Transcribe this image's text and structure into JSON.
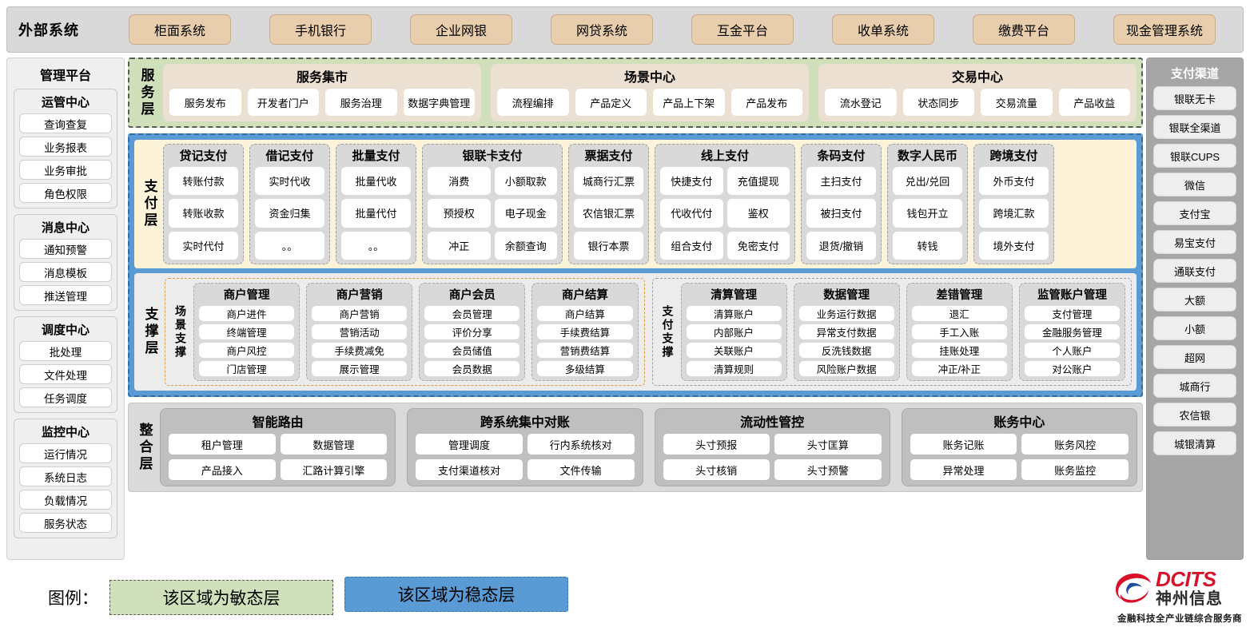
{
  "external": {
    "title": "外部系统",
    "items": [
      "柜面系统",
      "手机银行",
      "企业网银",
      "网贷系统",
      "互金平台",
      "收单系统",
      "缴费平台",
      "现金管理系统"
    ]
  },
  "left_sidebar": {
    "title": "管理平台",
    "groups": [
      {
        "title": "运管中心",
        "items": [
          "查询查复",
          "业务报表",
          "业务审批",
          "角色权限"
        ]
      },
      {
        "title": "消息中心",
        "items": [
          "通知预警",
          "消息模板",
          "推送管理"
        ]
      },
      {
        "title": "调度中心",
        "items": [
          "批处理",
          "文件处理",
          "任务调度"
        ]
      },
      {
        "title": "监控中心",
        "items": [
          "运行情况",
          "系统日志",
          "负载情况",
          "服务状态"
        ]
      }
    ]
  },
  "right_sidebar": {
    "title": "支付渠道",
    "items": [
      "银联无卡",
      "银联全渠道",
      "银联CUPS",
      "微信",
      "支付宝",
      "易宝支付",
      "通联支付",
      "大额",
      "小额",
      "超网",
      "城商行",
      "农信银",
      "城银清算"
    ]
  },
  "service_layer": {
    "label": "服务层",
    "groups": [
      {
        "title": "服务集市",
        "items": [
          "服务发布",
          "开发者门户",
          "服务治理",
          "数据字典管理"
        ]
      },
      {
        "title": "场景中心",
        "items": [
          "流程编排",
          "产品定义",
          "产品上下架",
          "产品发布"
        ]
      },
      {
        "title": "交易中心",
        "items": [
          "流水登记",
          "状态同步",
          "交易流量",
          "产品收益"
        ]
      }
    ]
  },
  "pay_layer": {
    "label": "支付层",
    "groups": [
      {
        "title": "贷记支付",
        "cols": 1,
        "items": [
          "转账付款",
          "转账收款",
          "实时代付"
        ]
      },
      {
        "title": "借记支付",
        "cols": 1,
        "items": [
          "实时代收",
          "资金归集",
          "。。"
        ]
      },
      {
        "title": "批量支付",
        "cols": 1,
        "items": [
          "批量代收",
          "批量代付",
          "。。"
        ]
      },
      {
        "title": "银联卡支付",
        "cols": 2,
        "items": [
          "消费",
          "小额取款",
          "预授权",
          "电子现金",
          "冲正",
          "余额查询"
        ]
      },
      {
        "title": "票据支付",
        "cols": 1,
        "items": [
          "城商行汇票",
          "农信银汇票",
          "银行本票"
        ]
      },
      {
        "title": "线上支付",
        "cols": 2,
        "items": [
          "快捷支付",
          "充值提现",
          "代收代付",
          "鉴权",
          "组合支付",
          "免密支付"
        ]
      },
      {
        "title": "条码支付",
        "cols": 1,
        "items": [
          "主扫支付",
          "被扫支付",
          "退货/撤销"
        ]
      },
      {
        "title": "数字人民币",
        "cols": 1,
        "items": [
          "兑出/兑回",
          "钱包开立",
          "转钱"
        ]
      },
      {
        "title": "跨境支付",
        "cols": 1,
        "items": [
          "外币支付",
          "跨境汇款",
          "境外支付"
        ]
      }
    ]
  },
  "support_layer": {
    "label": "支撑层",
    "halves": [
      {
        "sub_label": "场景支撑",
        "style": "scene",
        "groups": [
          {
            "title": "商户管理",
            "items": [
              "商户进件",
              "终端管理",
              "商户风控",
              "门店管理"
            ]
          },
          {
            "title": "商户营销",
            "items": [
              "商户营销",
              "营销活动",
              "手续费减免",
              "展示管理"
            ]
          },
          {
            "title": "商户会员",
            "items": [
              "会员管理",
              "评价分享",
              "会员储值",
              "会员数据"
            ]
          },
          {
            "title": "商户结算",
            "items": [
              "商户结算",
              "手续费结算",
              "营销费结算",
              "多级结算"
            ]
          }
        ]
      },
      {
        "sub_label": "支付支撑",
        "style": "paysup",
        "groups": [
          {
            "title": "清算管理",
            "items": [
              "清算账户",
              "内部账户",
              "关联账户",
              "清算规则"
            ]
          },
          {
            "title": "数据管理",
            "items": [
              "业务运行数据",
              "异常支付数据",
              "反洗钱数据",
              "风险账户数据"
            ]
          },
          {
            "title": "差错管理",
            "items": [
              "退汇",
              "手工入账",
              "挂账处理",
              "冲正/补正"
            ]
          },
          {
            "title": "监管账户管理",
            "items": [
              "支付管理",
              "金融服务管理",
              "个人账户",
              "对公账户"
            ]
          }
        ]
      }
    ]
  },
  "integration_layer": {
    "label": "整合层",
    "groups": [
      {
        "title": "智能路由",
        "items": [
          "租户管理",
          "数据管理",
          "产品接入",
          "汇路计算引擎"
        ]
      },
      {
        "title": "跨系统集中对账",
        "items": [
          "管理调度",
          "行内系统核对",
          "支付渠道核对",
          "文件传输"
        ]
      },
      {
        "title": "流动性管控",
        "items": [
          "头寸预报",
          "头寸匡算",
          "头寸核销",
          "头寸预警"
        ]
      },
      {
        "title": "账务中心",
        "items": [
          "账务记账",
          "账务风控",
          "异常处理",
          "账务监控"
        ]
      }
    ]
  },
  "legend": {
    "label": "图例：",
    "agile": "该区域为敏态层",
    "stable": "该区域为稳态层",
    "agile_color": "#cfe0bb",
    "stable_color": "#5b9bd5"
  },
  "logo": {
    "en": "DCITS",
    "cn": "神州信息",
    "tagline": "金融科技全产业链综合服务商",
    "brand_color": "#d6122b"
  }
}
